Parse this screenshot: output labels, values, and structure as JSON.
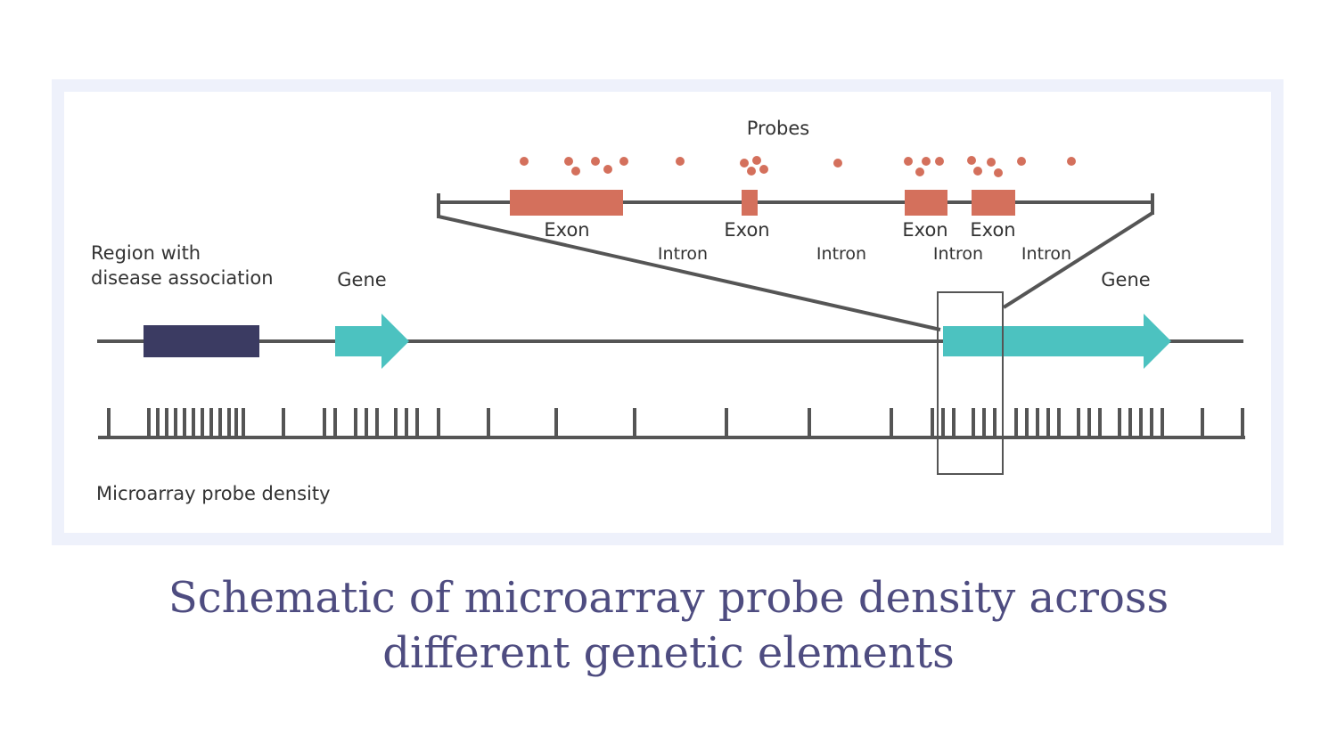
{
  "labels": {
    "probes": "Probes",
    "region_line1": "Region with",
    "region_line2": "disease association",
    "gene_left": "Gene",
    "gene_right": "Gene",
    "density": "Microarray probe density",
    "exon": "Exon",
    "intron": "Intron"
  },
  "caption": "Schematic of microarray probe density across different genetic elements",
  "colors": {
    "exon": "#d4705c",
    "gene_arrow": "#4cc2c0",
    "region_box": "#3b3b62",
    "line": "#555555",
    "frame": "#eef1fb",
    "caption": "#4e4c80"
  }
}
